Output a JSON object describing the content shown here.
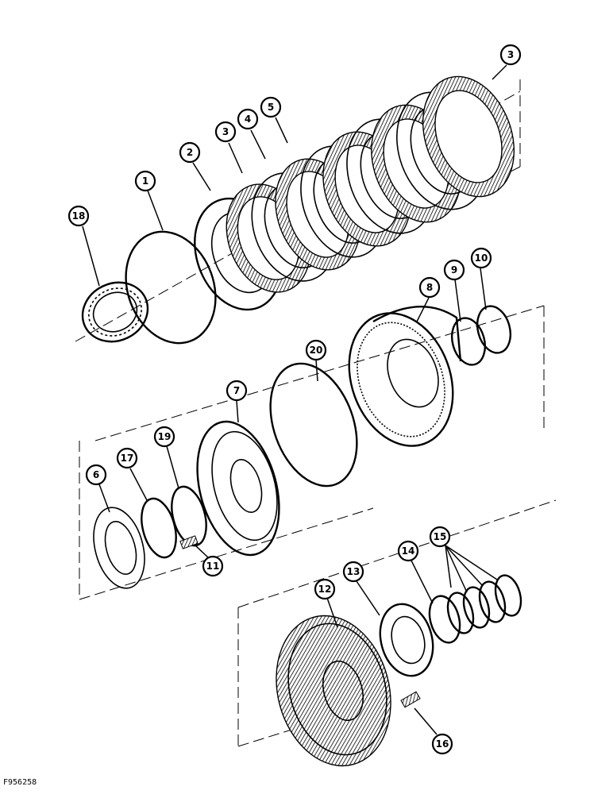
{
  "figure_id": "F956258",
  "callouts": [
    {
      "id": "c3a",
      "label": "3"
    },
    {
      "id": "c5",
      "label": "5"
    },
    {
      "id": "c4",
      "label": "4"
    },
    {
      "id": "c3b",
      "label": "3"
    },
    {
      "id": "c2",
      "label": "2"
    },
    {
      "id": "c1",
      "label": "1"
    },
    {
      "id": "c18",
      "label": "18"
    },
    {
      "id": "c8",
      "label": "8"
    },
    {
      "id": "c9",
      "label": "9"
    },
    {
      "id": "c10",
      "label": "10"
    },
    {
      "id": "c20",
      "label": "20"
    },
    {
      "id": "c7",
      "label": "7"
    },
    {
      "id": "c19",
      "label": "19"
    },
    {
      "id": "c17",
      "label": "17"
    },
    {
      "id": "c6",
      "label": "6"
    },
    {
      "id": "c11",
      "label": "11"
    },
    {
      "id": "c15",
      "label": "15"
    },
    {
      "id": "c14",
      "label": "14"
    },
    {
      "id": "c13",
      "label": "13"
    },
    {
      "id": "c12",
      "label": "12"
    },
    {
      "id": "c16",
      "label": "16"
    }
  ]
}
